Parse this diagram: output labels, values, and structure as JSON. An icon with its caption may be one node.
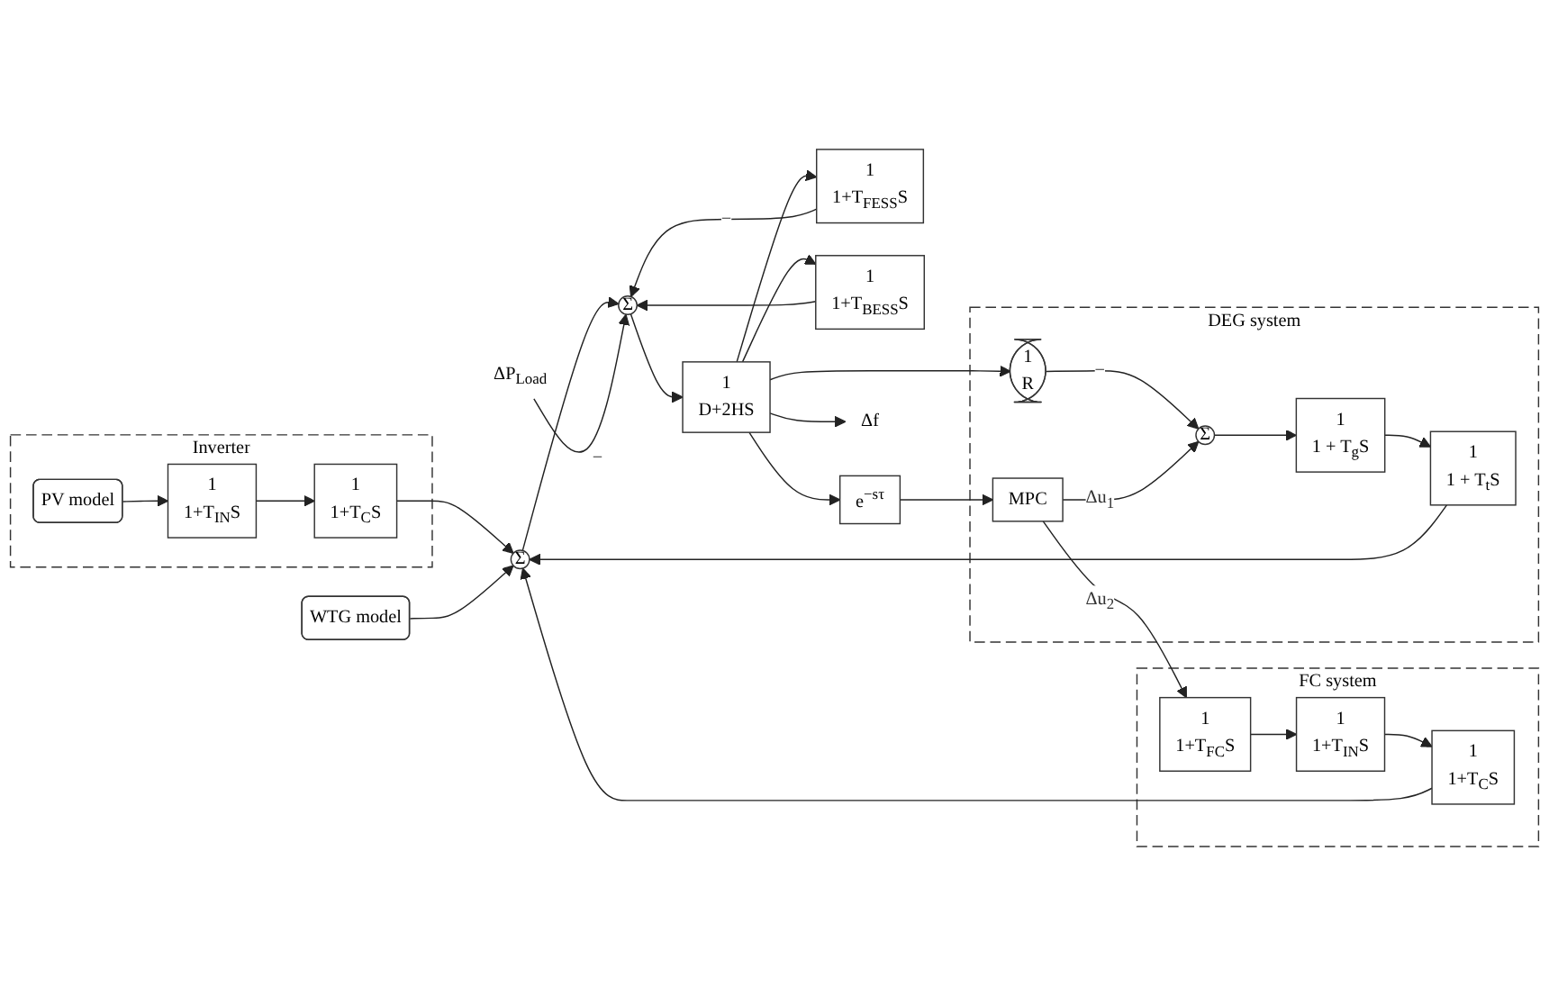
{
  "diagram": {
    "nodes": [
      {
        "text": [
          "Inverter"
        ]
      },
      {
        "text": [
          "PV model"
        ],
        "in": 0
      },
      {
        "text": [
          "1",
          "1+T$_{IN}$S"
        ],
        "in": 0
      },
      {
        "text": [
          "1",
          "1+T$_{C}$S"
        ],
        "in": 0
      },
      {
        "text": [
          "WTG model"
        ]
      },
      {
        "text": [
          "FC system"
        ]
      },
      {
        "text": [
          "1",
          "1+T$_{FC}$S"
        ],
        "in": 5
      },
      {
        "text": [
          "1",
          "1+T$_{IN}$S"
        ],
        "in": 5
      },
      {
        "text": [
          "1",
          "1+T$_{C}$S"
        ],
        "in": 5
      },
      {
        "text": [
          "DEG system"
        ]
      },
      {
        "text": [
          "Σ"
        ],
        "in": 9
      },
      {
        "text": [
          "1",
          "1 + T$_{g}$S"
        ],
        "in": 9
      },
      {
        "text": [
          "1",
          "1 + T$_{t}$S"
        ],
        "in": 9
      },
      {
        "text": [
          "1",
          "R"
        ],
        "in": 9
      },
      {
        "text": [
          "MPC"
        ],
        "in": 9
      },
      {
        "text": [
          "Σ"
        ]
      },
      {
        "text": [
          "Σ"
        ]
      },
      {
        "text": [
          "1",
          "D+2HS"
        ]
      },
      {
        "text": [
          "1",
          "1+T$_{FESS}$S"
        ]
      },
      {
        "text": [
          "1",
          "1+T$_{BESS}$S"
        ]
      },
      {
        "text": [
          "e$^{−sτ}$"
        ]
      },
      {
        "text": [
          "ΔP$_{Load}$"
        ]
      },
      {
        "text": [
          "Δf"
        ]
      }
    ],
    "edges": [
      {
        "from": 1,
        "to": 2,
        "arrow": "to"
      },
      {
        "from": 2,
        "to": 3,
        "arrow": "to"
      },
      {
        "from": 3,
        "to": 15,
        "arrow": "to"
      },
      {
        "from": 4,
        "to": 15,
        "arrow": "to"
      },
      {
        "from": 6,
        "to": 7,
        "arrow": "to"
      },
      {
        "from": 7,
        "to": 8,
        "arrow": "to"
      },
      {
        "from": 8,
        "to": 15,
        "arrow": "to"
      },
      {
        "from": 10,
        "to": 11,
        "arrow": "to"
      },
      {
        "from": 11,
        "to": 12,
        "arrow": "to"
      },
      {
        "from": 12,
        "to": 15,
        "arrow": "to"
      },
      {
        "from": 13,
        "to": 10,
        "arrow": "to",
        "label": "−"
      },
      {
        "from": 15,
        "to": 16,
        "arrow": "to"
      },
      {
        "from": 21,
        "to": 16,
        "arrow": "to",
        "label": "−"
      },
      {
        "from": 16,
        "to": 17,
        "arrow": "to"
      },
      {
        "from": 17,
        "to": 22,
        "arrow": "to"
      },
      {
        "from": 17,
        "to": 18,
        "arrow": "to"
      },
      {
        "from": 17,
        "to": 19,
        "arrow": "to"
      },
      {
        "from": 18,
        "to": 16,
        "arrow": "to",
        "label": "−"
      },
      {
        "from": 19,
        "to": 16,
        "arrow": "to"
      },
      {
        "from": 17,
        "to": 13,
        "arrow": "to"
      },
      {
        "from": 17,
        "to": 20,
        "arrow": "to"
      },
      {
        "from": 20,
        "to": 14,
        "arrow": "to"
      },
      {
        "from": 14,
        "to": 10,
        "arrow": "to",
        "label": "Δu$_{1}$"
      },
      {
        "from": 14,
        "to": 6,
        "arrow": "to",
        "label": "Δu$_{2}$"
      }
    ]
  }
}
